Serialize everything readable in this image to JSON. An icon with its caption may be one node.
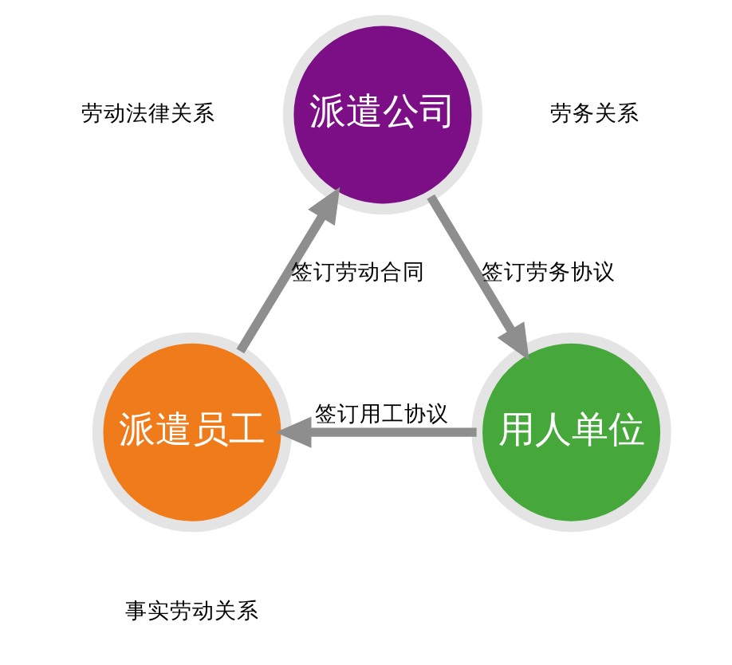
{
  "diagram": {
    "nodes": [
      {
        "text": [
          "派遣公司"
        ]
      },
      {
        "text": [
          "用人单位"
        ]
      },
      {
        "text": [
          "派遣员工"
        ]
      }
    ],
    "edges": [
      {
        "from": 0,
        "to": 1,
        "arrow": "to",
        "label": "签订劳务协议"
      },
      {
        "from": 1,
        "to": 2,
        "arrow": "to",
        "label": "签订用工协议"
      },
      {
        "from": 2,
        "to": 0,
        "arrow": "to",
        "label": "签订劳动合同"
      }
    ],
    "labels": [
      "劳务关系",
      "劳动法律关系",
      "事实劳动关系"
    ]
  }
}
